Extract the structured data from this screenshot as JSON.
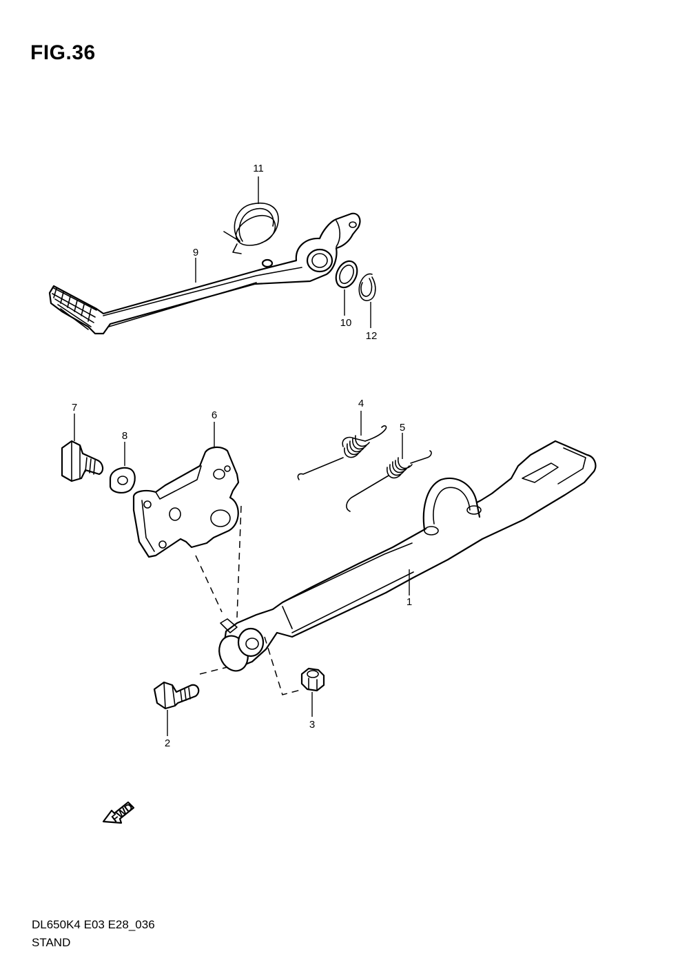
{
  "figure": {
    "title": "FIG.36",
    "code": "DL650K4 E03 E28_036",
    "name": "STAND"
  },
  "callouts": [
    "1",
    "2",
    "3",
    "4",
    "5",
    "6",
    "7",
    "8",
    "9",
    "10",
    "11",
    "12"
  ],
  "fwd_label": "FWD",
  "icons": [
    "fwd-arrow-icon"
  ]
}
